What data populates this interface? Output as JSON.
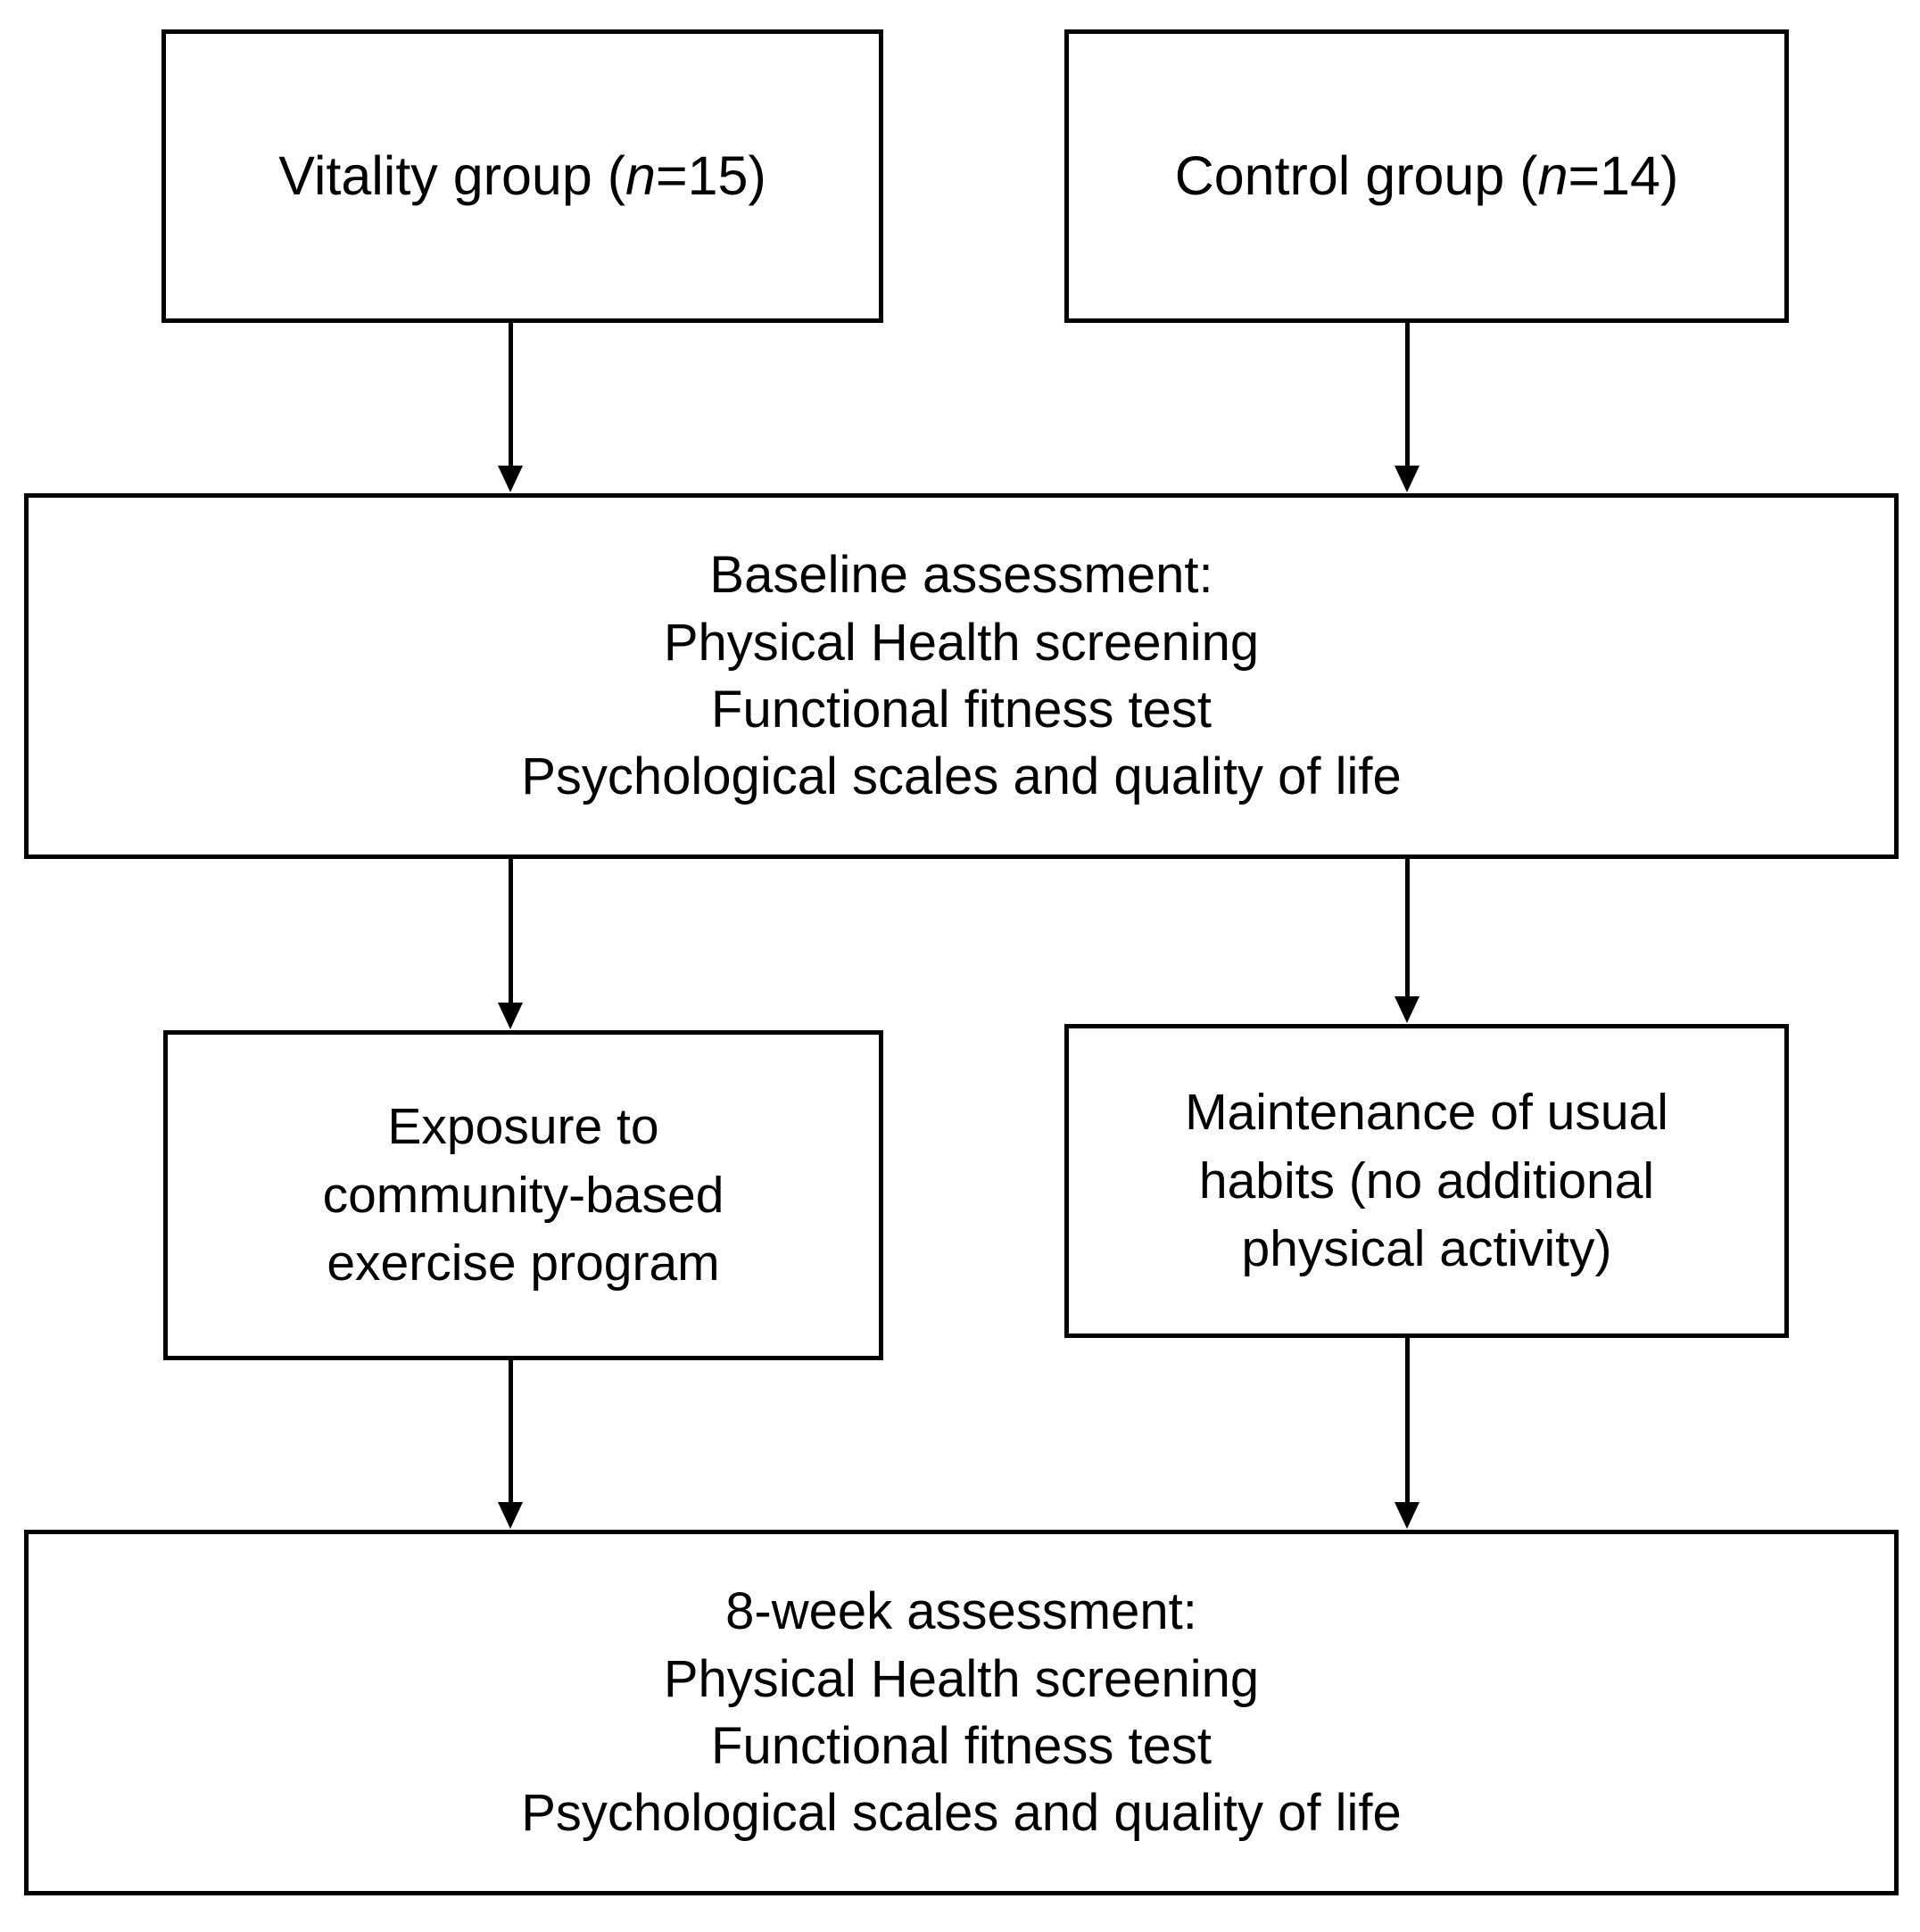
{
  "diagram": {
    "type": "flowchart",
    "orientation": "top-to-bottom",
    "line_color": "#000000",
    "background_color": "#ffffff",
    "nodes": {
      "vitality_group": {
        "lines": [
          "Vitality group (n=15)"
        ],
        "label_prefix": "Vitality group (",
        "label_italic": "n",
        "label_suffix": "=15)"
      },
      "control_group": {
        "lines": [
          "Control group (n=14)"
        ],
        "label_prefix": "Control group (",
        "label_italic": "n",
        "label_suffix": "=14)"
      },
      "baseline_assessment": {
        "lines": [
          "Baseline assessment:",
          "Physical Health screening",
          "Functional fitness test",
          "Psychological scales and quality of life"
        ]
      },
      "exposure": {
        "lines": [
          "Exposure to",
          "community-based",
          "exercise program"
        ]
      },
      "maintenance": {
        "lines": [
          "Maintenance of usual",
          "habits (no additional",
          "physical activity)"
        ]
      },
      "followup_assessment": {
        "lines": [
          "8-week assessment:",
          "Physical Health screening",
          "Functional fitness test",
          "Psychological scales and quality of life"
        ]
      }
    },
    "edges": [
      {
        "from": "vitality_group",
        "to": "baseline_assessment",
        "marker": "arrow-down"
      },
      {
        "from": "control_group",
        "to": "baseline_assessment",
        "marker": "arrow-down"
      },
      {
        "from": "baseline_assessment",
        "to": "exposure",
        "marker": "arrow-down"
      },
      {
        "from": "baseline_assessment",
        "to": "maintenance",
        "marker": "arrow-down"
      },
      {
        "from": "exposure",
        "to": "followup_assessment",
        "marker": "arrow-down"
      },
      {
        "from": "maintenance",
        "to": "followup_assessment",
        "marker": "arrow-down"
      }
    ]
  }
}
